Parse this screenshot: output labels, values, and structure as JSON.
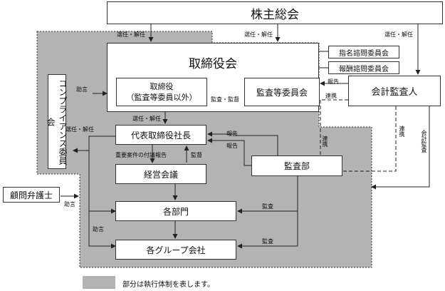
{
  "boxes": {
    "shareholders": "株主総会",
    "board": "取締役会",
    "directors_line1": "取締役",
    "directors_line2": "（監査等委員以外）",
    "nomination": "指名諮問委員会",
    "compensation": "報酬諮問委員会",
    "audit_committee": "監査等委員会",
    "accounting_auditor": "会計監査人",
    "compliance": "コンプライアンス委員会",
    "president": "代表取締役社長",
    "management_meeting": "経営会議",
    "audit_dept": "監査部",
    "legal_advisor": "顧問弁護士",
    "departments": "各部門",
    "group_companies": "各グループ会社"
  },
  "labels": {
    "elect_dismiss_1": "選任・解任",
    "elect_dismiss_2": "選任・解任",
    "elect_dismiss_3": "選任・解任",
    "elect_dismiss_4": "選任・解任",
    "elect_dismiss_5": "選任・解任",
    "advice_1": "助言",
    "advice_2": "助言",
    "advice_3": "助言",
    "audit_supervise": "監査・監督",
    "report_1": "報告",
    "report_2": "報告",
    "report_3": "報告",
    "cooperate_1": "連携",
    "cooperate_2": "連携",
    "cooperate_3": "連携",
    "accounting_audit": "会計監査",
    "important_matters": "重要案件の付議報告",
    "supervise": "監督",
    "audit_1": "監査",
    "audit_2": "監査"
  },
  "legend": "部分は執行体制を表します。"
}
